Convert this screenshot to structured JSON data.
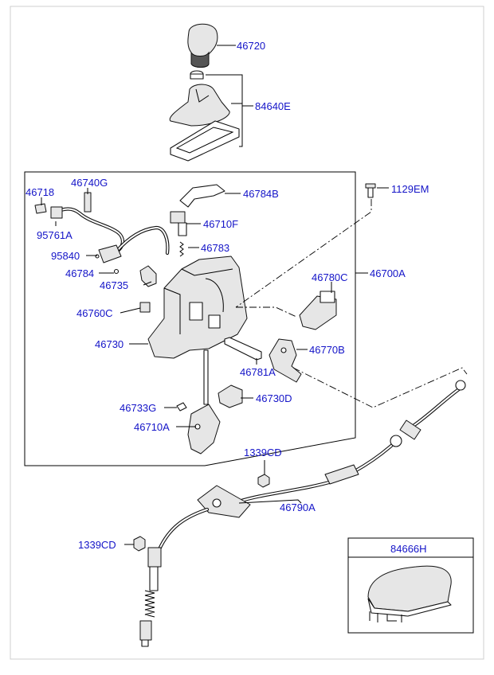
{
  "colors": {
    "label": "#1414c8",
    "line": "#000000",
    "background": "#ffffff",
    "part_shade": "#e6e6e6"
  },
  "labels": {
    "p46720": "46720",
    "p84640E": "84640E",
    "p46718": "46718",
    "p46740G": "46740G",
    "p46784B": "46784B",
    "p1129EM": "1129EM",
    "p46710F": "46710F",
    "p95761A": "95761A",
    "p95840": "95840",
    "p46783": "46783",
    "p46784": "46784",
    "p46735": "46735",
    "p46780C": "46780C",
    "p46700A": "46700A",
    "p46760C": "46760C",
    "p46770B": "46770B",
    "p46730": "46730",
    "p46781A": "46781A",
    "p46733G": "46733G",
    "p46730D": "46730D",
    "p46710A": "46710A",
    "p1339CD_top": "1339CD",
    "p46790A": "46790A",
    "p1339CD_bottom": "1339CD",
    "p84666H": "84666H"
  }
}
